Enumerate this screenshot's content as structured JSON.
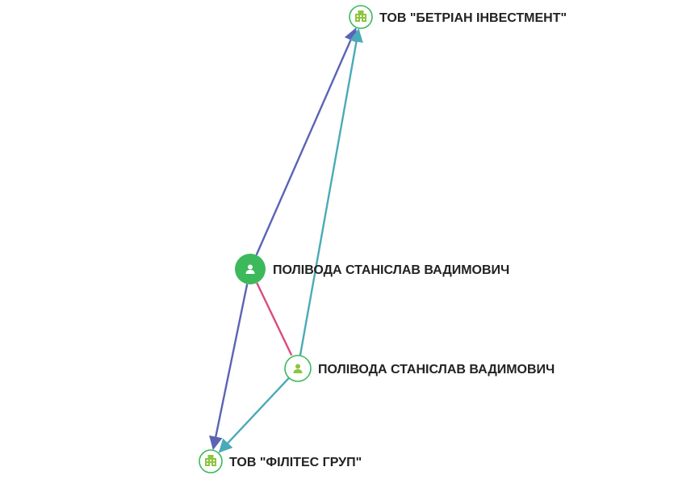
{
  "nodes": [
    {
      "id": "company-betrian",
      "kind": "company",
      "label": "ТОВ \"БЕТРІАН ІНВЕСТМЕНТ\"",
      "icon": "building-icon",
      "primary": false
    },
    {
      "id": "person-main",
      "kind": "person",
      "label": "ПОЛІВОДА СТАНІСЛАВ ВАДИМОВИЧ",
      "icon": "person-icon",
      "primary": true
    },
    {
      "id": "person-second",
      "kind": "person",
      "label": "ПОЛІВОДА СТАНІСЛАВ ВАДИМОВИЧ",
      "icon": "person-icon",
      "primary": false
    },
    {
      "id": "company-filites",
      "kind": "company",
      "label": "ТОВ \"ФІЛІТЕС ГРУП\"",
      "icon": "building-icon",
      "primary": false
    }
  ],
  "edges": [
    {
      "from": "person-main",
      "to": "company-betrian",
      "color": "#5b63b5",
      "arrow": true
    },
    {
      "from": "person-main",
      "to": "company-filites",
      "color": "#5b63b5",
      "arrow": true
    },
    {
      "from": "person-second",
      "to": "company-betrian",
      "color": "#4aaab8",
      "arrow": true
    },
    {
      "from": "person-second",
      "to": "company-filites",
      "color": "#4aaab8",
      "arrow": true
    },
    {
      "from": "person-main",
      "to": "person-second",
      "color": "#d94c7c",
      "arrow": false
    }
  ],
  "colors": {
    "node_green": "#3cb95a",
    "icon_green": "#8cc63f",
    "label_text": "#222222"
  }
}
